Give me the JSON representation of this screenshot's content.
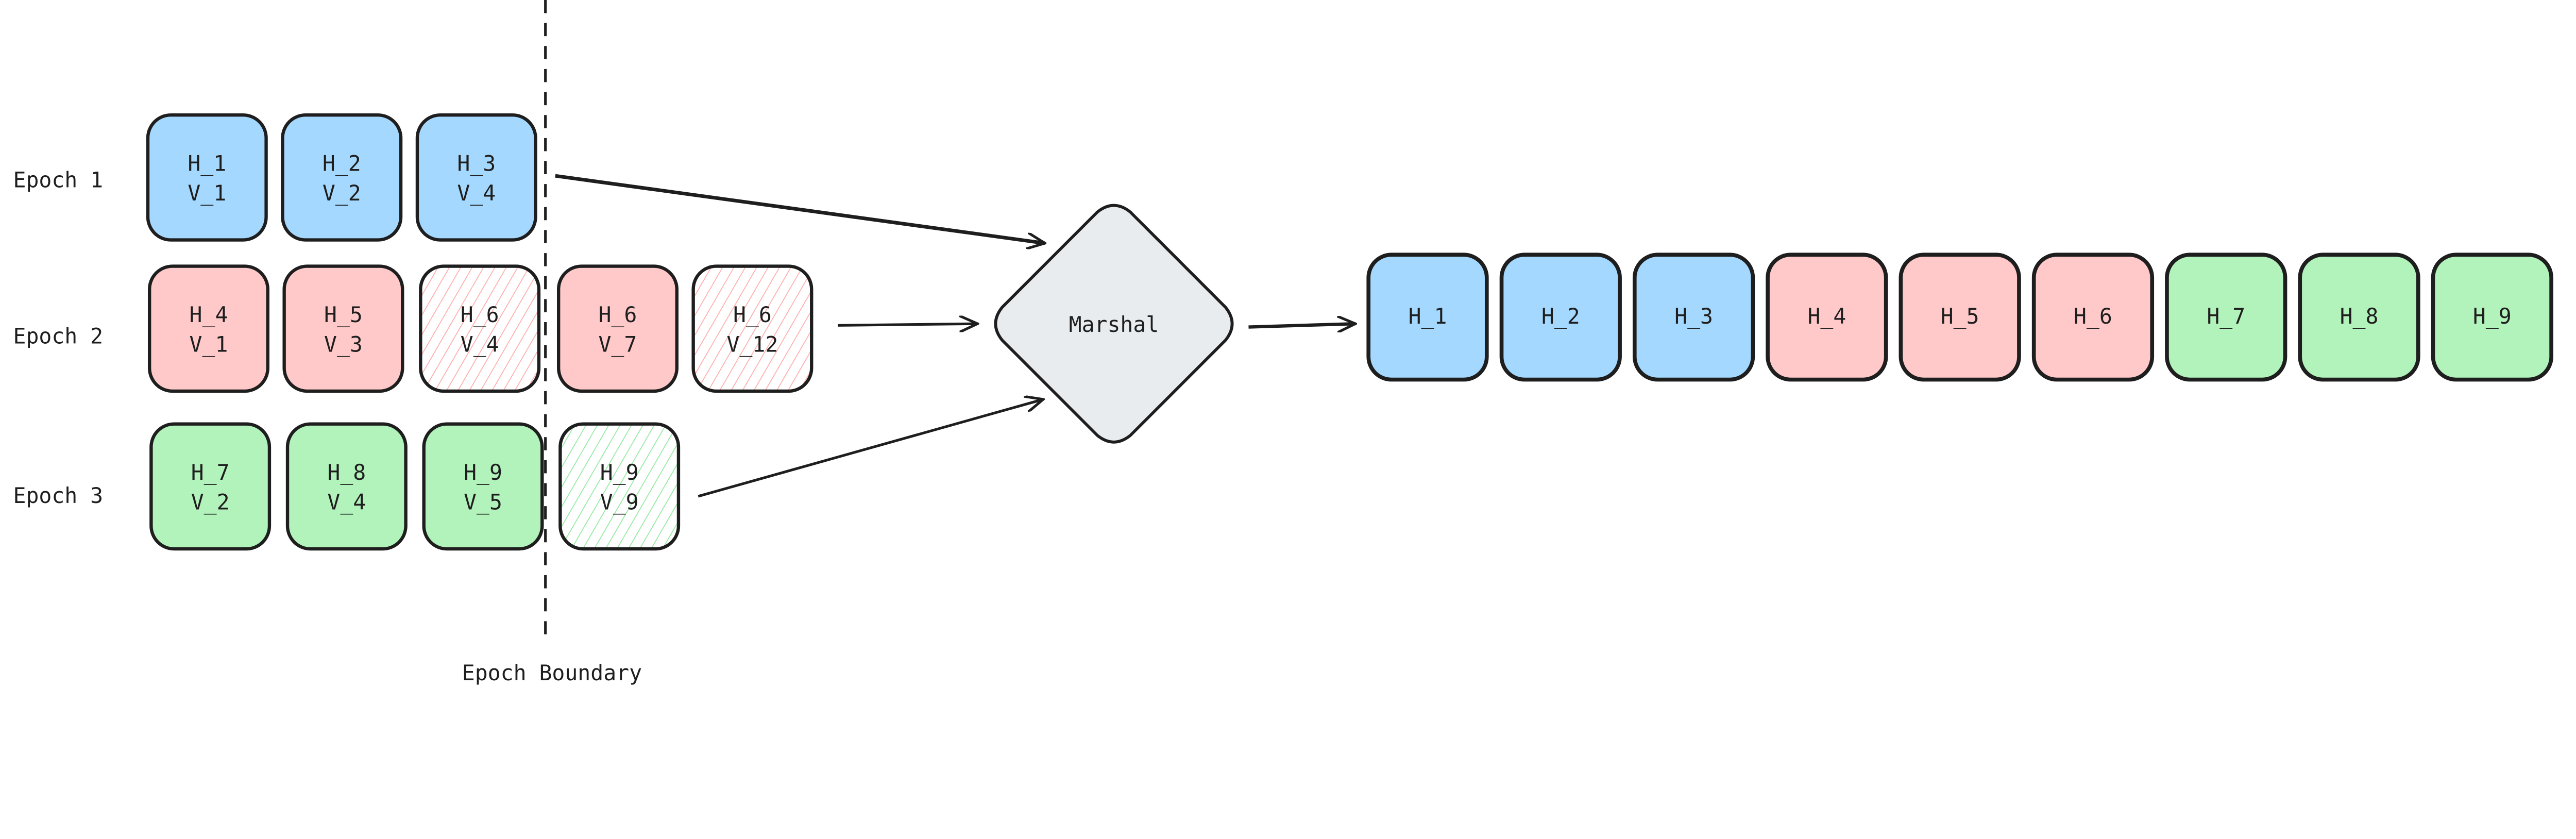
{
  "colors": {
    "epoch1": "#a5d8ff",
    "epoch2": "#ffc9c9",
    "epoch3": "#b2f2bb",
    "marshal": "#e9ecef",
    "stroke": "#1e1e1e",
    "hatch_epoch2": "#ffa8a8",
    "hatch_epoch3": "#8ce99a"
  },
  "epochs": [
    {
      "label": "Epoch 1",
      "color_key": "epoch1",
      "boxes": [
        {
          "h": "H_1",
          "v": "V_1",
          "hatched": false
        },
        {
          "h": "H_2",
          "v": "V_2",
          "hatched": false
        },
        {
          "h": "H_3",
          "v": "V_4",
          "hatched": false
        }
      ]
    },
    {
      "label": "Epoch 2",
      "color_key": "epoch2",
      "boxes": [
        {
          "h": "H_4",
          "v": "V_1",
          "hatched": false
        },
        {
          "h": "H_5",
          "v": "V_3",
          "hatched": false
        },
        {
          "h": "H_6",
          "v": "V_4",
          "hatched": true
        },
        {
          "h": "H_6",
          "v": "V_7",
          "hatched": false
        },
        {
          "h": "H_6",
          "v": "V_12",
          "hatched": true
        }
      ]
    },
    {
      "label": "Epoch 3",
      "color_key": "epoch3",
      "boxes": [
        {
          "h": "H_7",
          "v": "V_2",
          "hatched": false
        },
        {
          "h": "H_8",
          "v": "V_4",
          "hatched": false
        },
        {
          "h": "H_9",
          "v": "V_5",
          "hatched": false
        },
        {
          "h": "H_9",
          "v": "V_9",
          "hatched": true
        }
      ]
    }
  ],
  "boundary_label": "Epoch Boundary",
  "marshal_label": "Marshal",
  "output": [
    {
      "h": "H_1",
      "color_key": "epoch1"
    },
    {
      "h": "H_2",
      "color_key": "epoch1"
    },
    {
      "h": "H_3",
      "color_key": "epoch1"
    },
    {
      "h": "H_4",
      "color_key": "epoch2"
    },
    {
      "h": "H_5",
      "color_key": "epoch2"
    },
    {
      "h": "H_6",
      "color_key": "epoch2"
    },
    {
      "h": "H_7",
      "color_key": "epoch3"
    },
    {
      "h": "H_8",
      "color_key": "epoch3"
    },
    {
      "h": "H_9",
      "color_key": "epoch3"
    }
  ]
}
